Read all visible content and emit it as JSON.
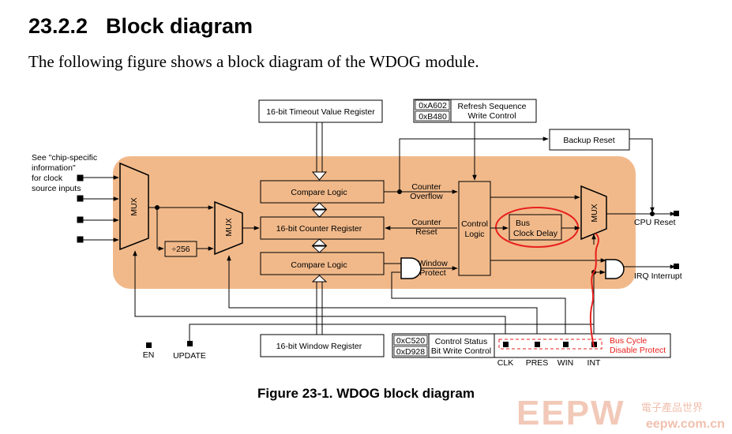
{
  "section": {
    "number": "23.2.2",
    "title": "Block diagram"
  },
  "intro": "The following figure shows a block diagram of the WDOG module.",
  "caption": "Figure 23-1. WDOG block diagram",
  "diagram": {
    "clock_note": [
      "See \"chip-specific",
      "information\"",
      "for clock",
      "source inputs"
    ],
    "timeout_reg": "16-bit Timeout Value Register",
    "refresh_codes": [
      "0xA602",
      "0xB480"
    ],
    "refresh_label": [
      "Refresh Sequence",
      "Write Control"
    ],
    "backup_reset": "Backup Reset",
    "compare_logic": "Compare Logic",
    "counter_reg": "16-bit Counter Register",
    "window_reg": "16-bit Window Register",
    "mux": "MUX",
    "div256": "÷256",
    "control_logic": [
      "Control",
      "Logic"
    ],
    "bus_clock_delay": [
      "Bus",
      "Clock Delay"
    ],
    "counter_overflow": [
      "Counter",
      "Overflow"
    ],
    "counter_reset": [
      "Counter",
      "Reset"
    ],
    "window_protect": [
      "Window",
      "Protect"
    ],
    "cpu_reset": "CPU Reset",
    "irq_interrupt": "IRQ Interrupt",
    "status_codes": [
      "0xC520",
      "0xD928"
    ],
    "status_label": [
      "Control Status",
      "Bit Write Control"
    ],
    "pins": [
      "EN",
      "UPDATE",
      "CLK",
      "PRES",
      "WIN",
      "INT"
    ],
    "bus_cycle": [
      "Bus Cycle",
      "Disable Protect"
    ]
  },
  "watermark": {
    "brand": "EEPW",
    "chinese": "電子產品世界",
    "url": "eepw.com.cn"
  },
  "colors": {
    "module_fill": "#f1b98a",
    "highlight": "#e8201c"
  }
}
